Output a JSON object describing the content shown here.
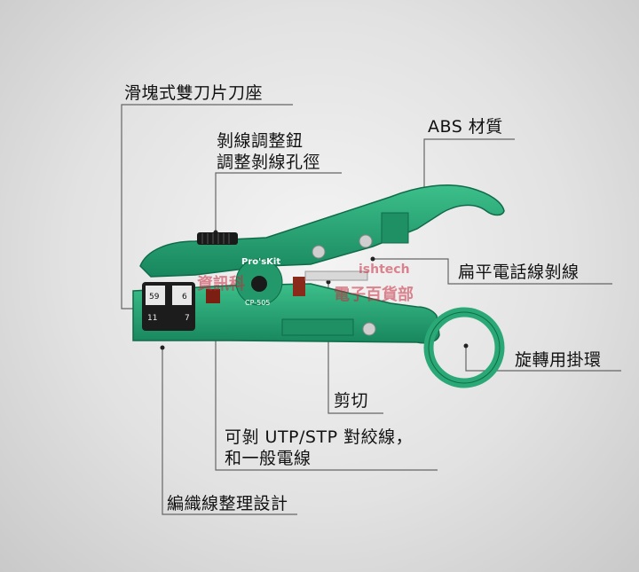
{
  "labels": {
    "slider_blade": "滑塊式雙刀片刀座",
    "knob_1": "剝線調整鈕",
    "knob_2": "調整剝線孔徑",
    "abs": "ABS 材質",
    "flat": "扁平電話線剝線",
    "ring": "旋轉用掛環",
    "cut": "剪切",
    "utp_1": "可剝 UTP/STP 對絞線，",
    "utp_2": "和一般電線",
    "braid": "編織線整理設計"
  },
  "tool": {
    "brand": "Pro'sKit",
    "model": "CP-505",
    "scale_numbers": [
      "59",
      "6",
      "11",
      "7"
    ]
  },
  "watermark": {
    "left": "資訊科",
    "right_top": "ishtech",
    "right_bottom": "電子百貨部"
  },
  "colors": {
    "body": "#2aa876",
    "body_dark": "#17805a",
    "leader": "#666666"
  }
}
